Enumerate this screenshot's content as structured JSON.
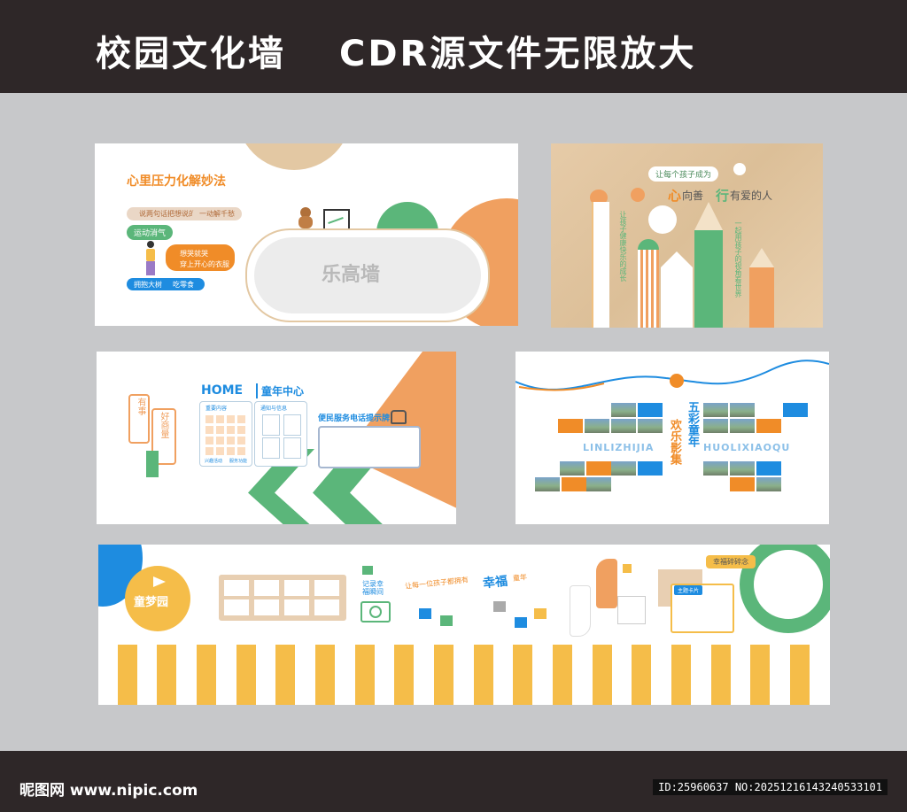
{
  "header": {
    "title_left": "校园文化墙",
    "title_right": "CDR源文件无限放大"
  },
  "footer": {
    "brand": "昵图网 www.nipic.com",
    "id_text": "ID:25960637 NO:20251216143240533101"
  },
  "colors": {
    "orange": "#f0a060",
    "green": "#5bb67a",
    "blue": "#1e8ce0",
    "yellow": "#f5bd49",
    "wood": "#e3c8a3",
    "dark": "#2e2728"
  },
  "panel1": {
    "heading": "心里压力化解妙法",
    "pill1": "说两句话把想说的",
    "pill2": "一动解千愁",
    "pill3": "运动消气",
    "pill4a": "想哭就哭",
    "pill4b": "穿上开心的衣服",
    "pill5a": "拥抱大树",
    "pill5b": "吃零食",
    "board": "乐高墙"
  },
  "panel2": {
    "top_pill": "让每个孩子成为",
    "line_a": "心",
    "line_b": "向善",
    "line_c": "行",
    "line_d": "有爱的人",
    "vert_left": "让孩子健康快乐的成长",
    "vert_right": "一起用孩子的视角看世界"
  },
  "panel3": {
    "bubble1": "有事",
    "bubble2": "好商量",
    "home_logo": "HOME",
    "title": "童年中心",
    "card1": "重要内容",
    "card2": "通知与信息",
    "phone_label": "便民服务电话提示牌",
    "foot1": "兴趣活动",
    "foot2": "服务功能"
  },
  "panel4": {
    "title_col1": "五彩童年",
    "title_col2": "欢乐影集",
    "left_label": "LINLIZHIJIA",
    "right_label": "HUOLIXIAOQU"
  },
  "panel5": {
    "bubble": "童梦园",
    "record_label": "记录幸福瞬间",
    "arc_text": "让每一位孩子都拥有",
    "arc_strong": "幸福",
    "arc_end": "童年",
    "board_tag": "幸福碎碎念",
    "small_tag": "主题卡片"
  }
}
